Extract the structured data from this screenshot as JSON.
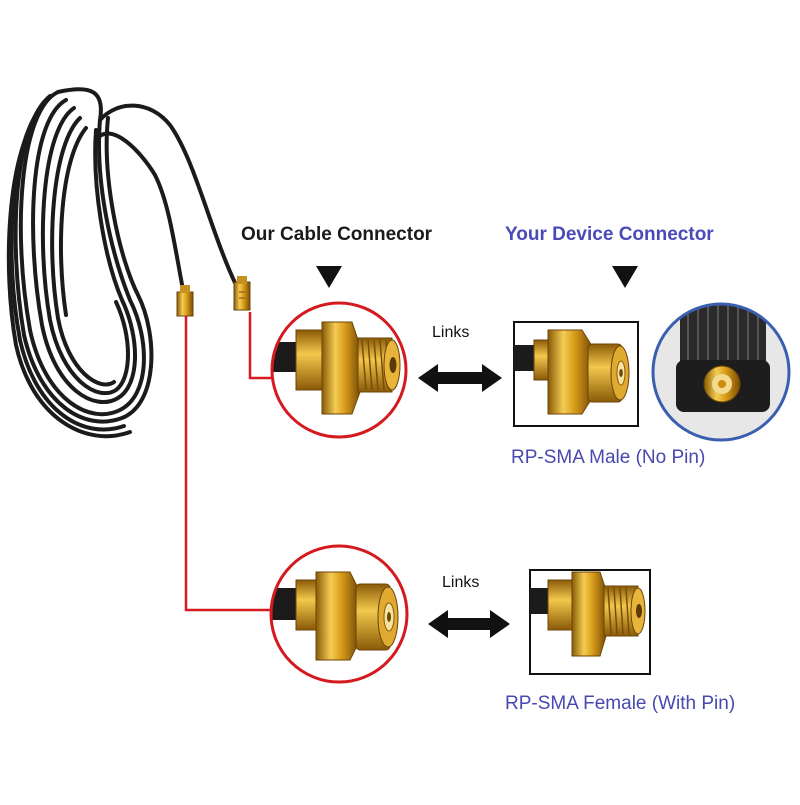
{
  "headings": {
    "cable_connector": "Our Cable Connector",
    "device_connector": "Your Device Connector"
  },
  "top_row": {
    "link_label": "Links",
    "caption": "RP-SMA Male (No Pin)"
  },
  "bottom_row": {
    "link_label": "Links",
    "caption": "RP-SMA Female (With Pin)"
  },
  "colors": {
    "heading_dark": "#1a1a1a",
    "heading_accent": "#4a4ab8",
    "caption": "#4848b0",
    "callout_red": "#d4191f",
    "callout_blue": "#3a5fb0",
    "gold": "#d9a520",
    "cable": "#1b1b1b"
  }
}
